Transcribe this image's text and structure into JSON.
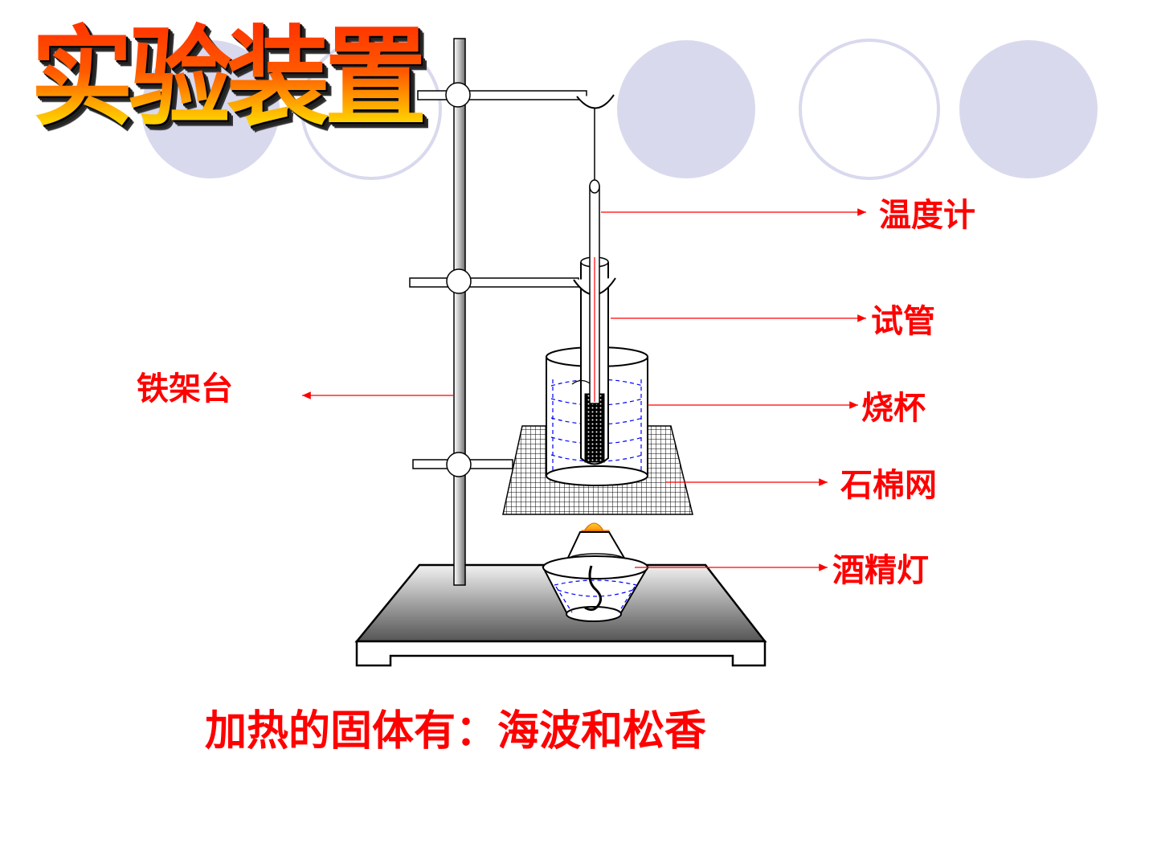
{
  "title": "实验装置",
  "labels": {
    "thermometer": "温度计",
    "test_tube": "试管",
    "beaker": "烧杯",
    "asbestos_net": "石棉网",
    "alcohol_lamp": "酒精灯",
    "iron_stand": "铁架台"
  },
  "caption": "加热的固体有：海波和松香",
  "colors": {
    "label_red": "#ff0000",
    "decor_circle_fill": "#d9d9ee",
    "decor_circle_stroke": "#d9d9ee"
  }
}
